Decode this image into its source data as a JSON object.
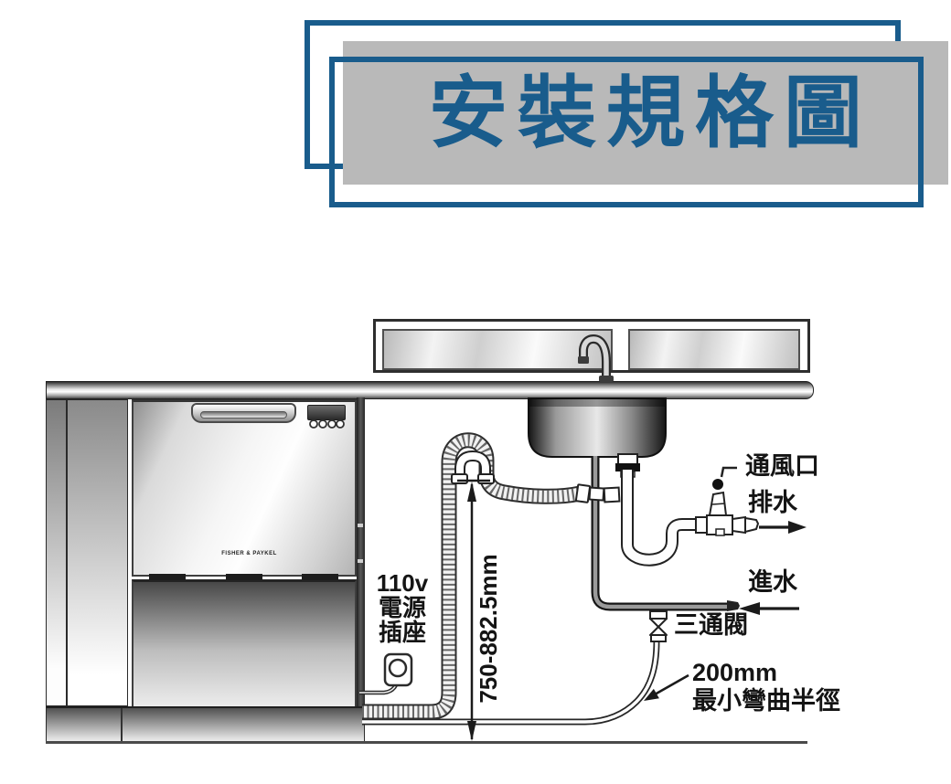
{
  "banner": {
    "title": "安裝規格圖"
  },
  "labels": {
    "vent": "通風口",
    "drain": "排水",
    "inlet": "進水",
    "three_way_valve": "三通閥",
    "bend_radius_value": "200mm",
    "bend_radius_caption": "最小彎曲半徑",
    "power_line1": "110v",
    "power_line2": "電源",
    "power_line3": "插座",
    "height_range": "750-882.5mm",
    "brand": "FISHER & PAYKEL"
  },
  "colors": {
    "banner_blue": "#195c8c",
    "banner_gray": "#b9b9b9",
    "ink": "#141414"
  }
}
